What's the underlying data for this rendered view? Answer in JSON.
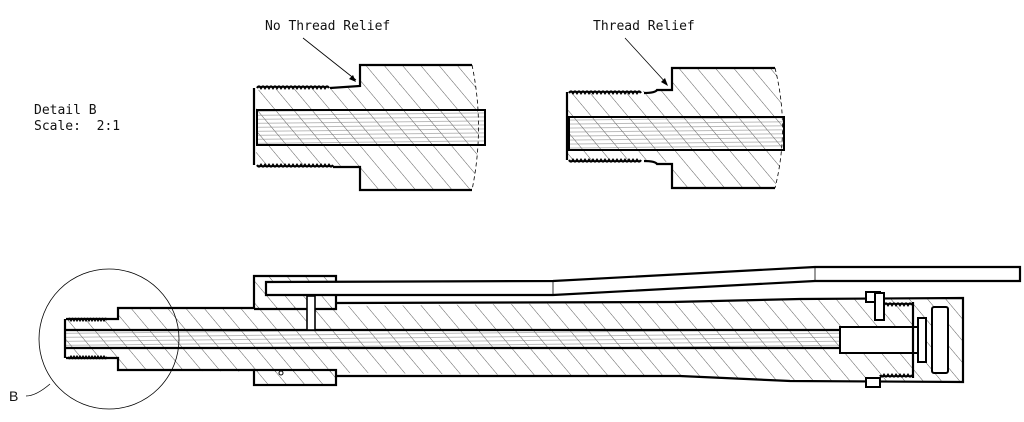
{
  "detail": {
    "title": "Detail B",
    "scale": "Scale:  2:1"
  },
  "callouts": {
    "no_relief": "No Thread Relief",
    "relief": "Thread Relief"
  },
  "main_view": {
    "detail_marker": "B"
  },
  "colors": {
    "line": "#000000",
    "background": "#ffffff"
  }
}
